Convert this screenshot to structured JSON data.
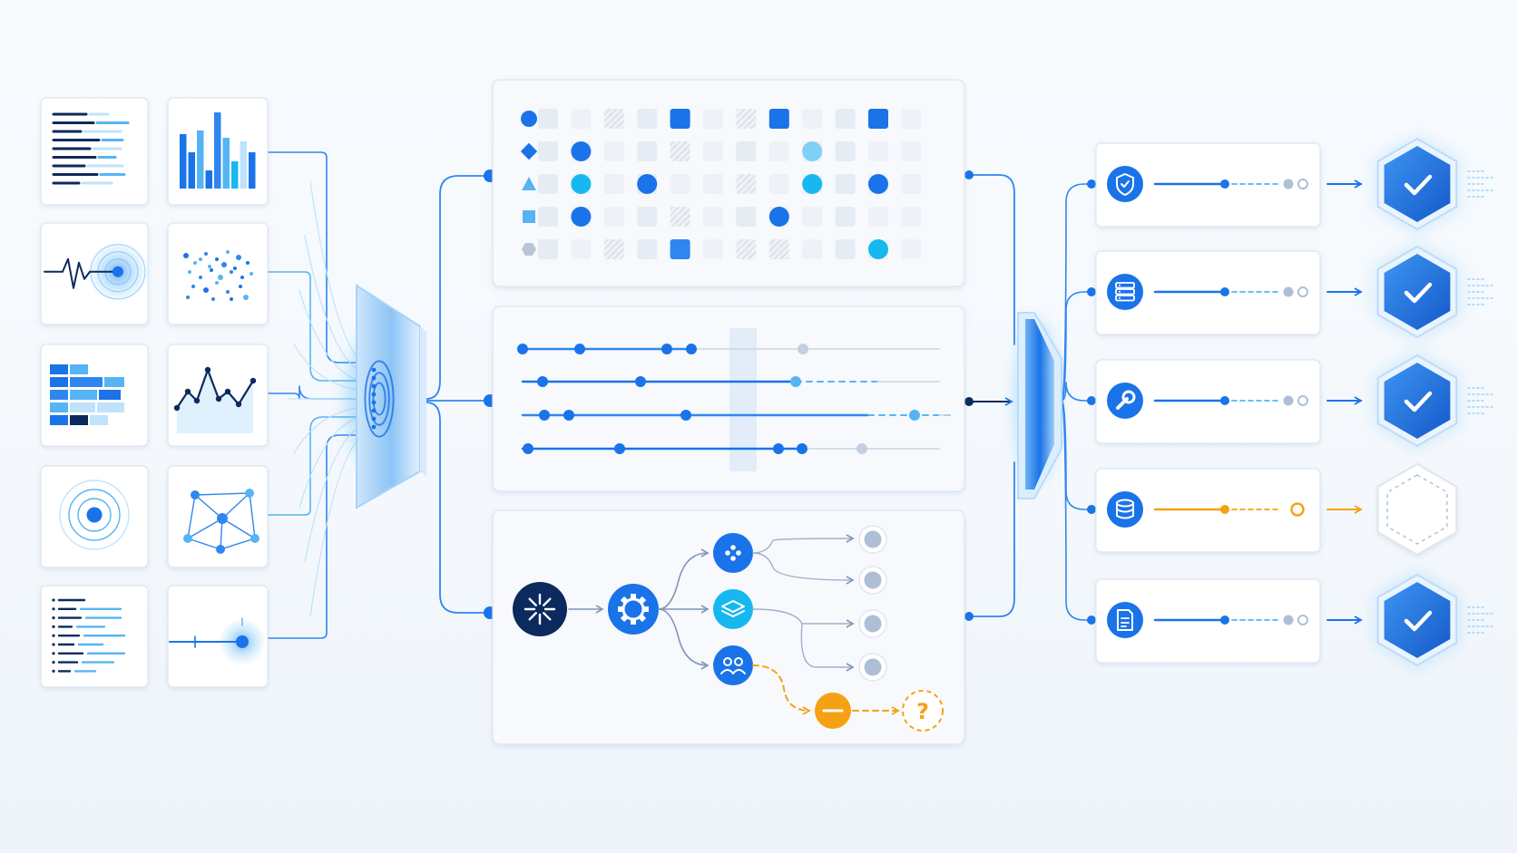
{
  "diagram": {
    "colors": {
      "navy": "#0b2a5e",
      "primary": "#1a73e8",
      "mid_blue": "#2f86f0",
      "light_blue": "#56b4f5",
      "cyan": "#16b8ef",
      "pale_blue": "#bfe3fb",
      "orange": "#f5a114",
      "gray_node": "#aebed6",
      "card_border": "#dde5ef",
      "card_fill": "#ffffff",
      "panel_fill": "#f7f9fc"
    },
    "input_cards": [
      {
        "icon": "text-lines-icon"
      },
      {
        "icon": "bar-chart-icon"
      },
      {
        "icon": "waveform-icon"
      },
      {
        "icon": "scatter-dots-icon"
      },
      {
        "icon": "heatmap-blocks-icon"
      },
      {
        "icon": "line-chart-icon"
      },
      {
        "icon": "target-rings-icon"
      },
      {
        "icon": "network-graph-icon"
      },
      {
        "icon": "log-list-icon"
      },
      {
        "icon": "signal-point-icon"
      }
    ],
    "middle_panels": [
      {
        "name": "matrix-panel",
        "row_markers": [
          "circle",
          "diamond",
          "triangle",
          "square",
          "hexagon"
        ]
      },
      {
        "name": "timeline-panel",
        "tracks": 4
      },
      {
        "name": "flow-panel",
        "root_icon": "spark-icon",
        "hub_icon": "gear-icon",
        "branches": [
          "nodes-icon",
          "layers-icon",
          "people-icon"
        ],
        "question_label": "?"
      }
    ],
    "outputs": [
      {
        "icon": "shield-icon",
        "status": "verified"
      },
      {
        "icon": "server-icon",
        "status": "verified"
      },
      {
        "icon": "wrench-icon",
        "status": "verified"
      },
      {
        "icon": "database-icon",
        "status": "pending"
      },
      {
        "icon": "document-icon",
        "status": "verified"
      }
    ]
  }
}
